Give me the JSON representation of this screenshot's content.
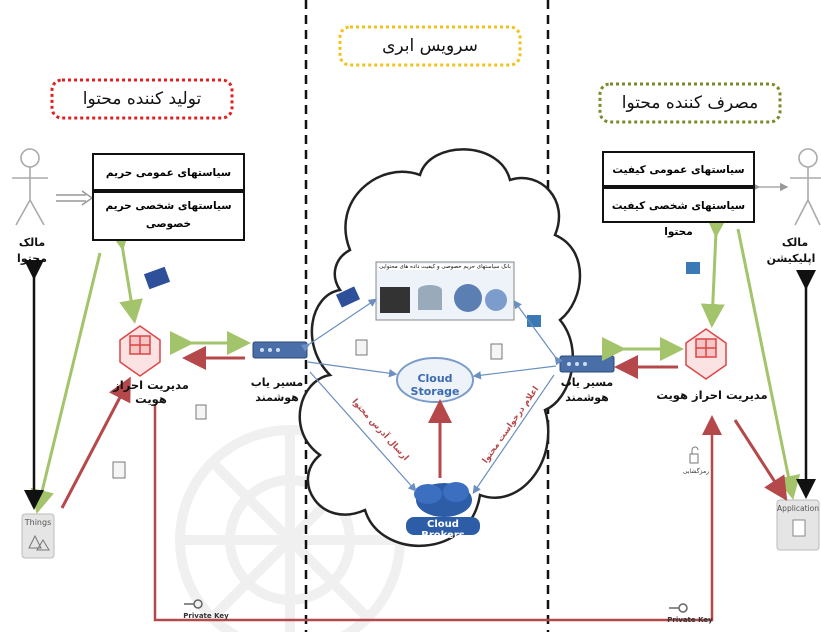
{
  "zones": {
    "producer_title": "تولید کننده محتوا",
    "cloud_title": "سرویس ابری",
    "consumer_title": "مصرف کننده محتوا"
  },
  "producer": {
    "owner_label_1": "مالک",
    "owner_label_2": "محتوا",
    "policy_public": "سیاستهای عمومی حریم خصوصی",
    "policy_private": "سیاستهای شخصی حریم خصوصی",
    "idm_label": "مدیریت احراز هویت",
    "router_label_1": "مسیر یاب",
    "router_label_2": "هوشمند",
    "things_label": "Things"
  },
  "consumer": {
    "owner_label_1": "مالک",
    "owner_label_2": "اپلیکیشن",
    "policy_public": "سیاستهای عمومی کیفیت محتوا",
    "policy_private": "سیاستهای شخصی کیفیت محتوا",
    "idm_label": "مدیریت احراز هویت",
    "router_label_1": "مسیر یاب",
    "router_label_2": "هوشمند",
    "application_label": "Application",
    "decrypt_label": "رمزگشایی"
  },
  "cloud": {
    "repo_banner": "بانک سیاستهای حریم خصوصی و کیفیت داده های محتوایی",
    "storage_label": "Cloud Storage",
    "brokers_label": "Cloud Brokers",
    "send_label": "ارسال آدرس محتوا",
    "receive_label": "اعلام درخواست محتوا"
  },
  "keys": {
    "left_key": "Private Key",
    "right_key": "Private Key"
  },
  "colors": {
    "red_dash": "#e02020",
    "yellow_dash": "#f2c21b",
    "olive_dash": "#7a8a2a",
    "green_arrow": "#a3c46a",
    "red_arrow": "#b5484a",
    "blue_arrow": "#6a8fc0",
    "black_arrow": "#111111"
  }
}
